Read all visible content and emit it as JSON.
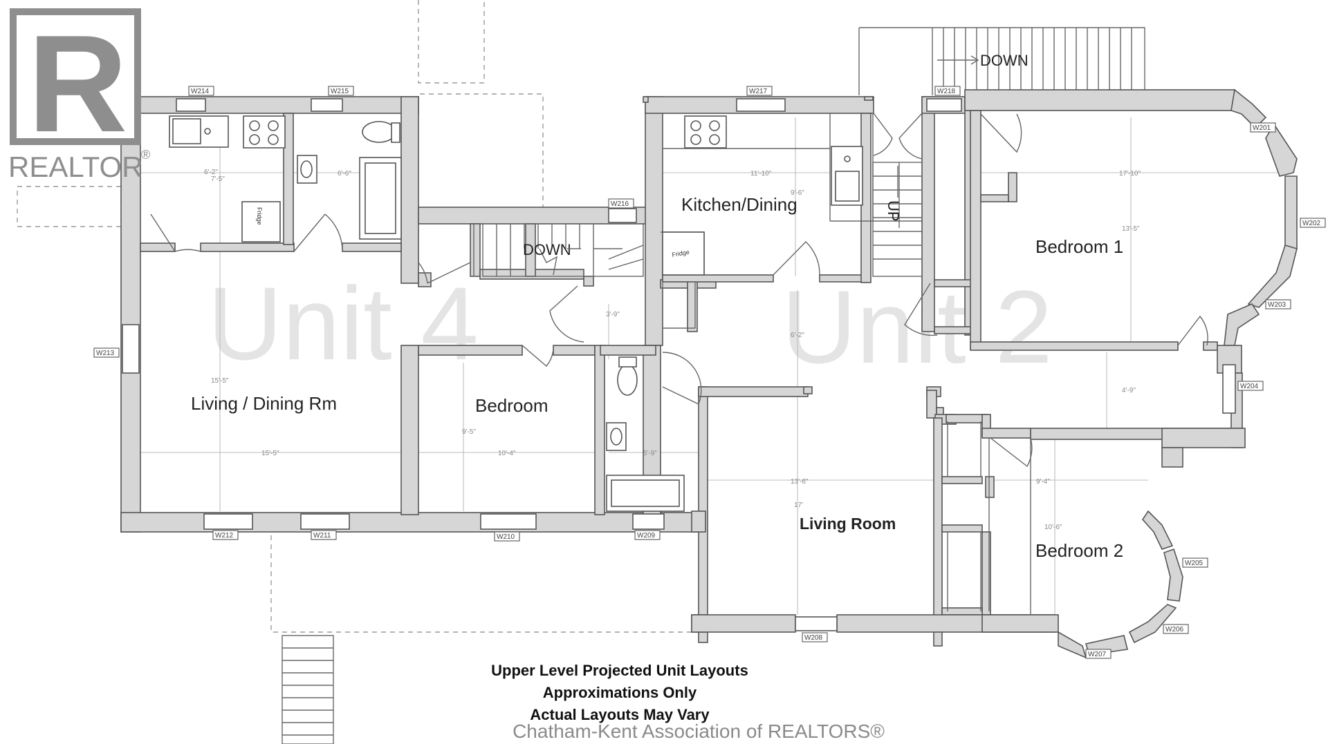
{
  "watermark": {
    "logo_letter": "R",
    "logo_text": "REALTOR",
    "logo_mark": "®",
    "credit": "Chatham-Kent Association of REALTORS®"
  },
  "units": {
    "unit4": "Unit 4",
    "unit2": "Unit 2"
  },
  "rooms": {
    "living_dining": "Living / Dining Rm",
    "bedroom": "Bedroom",
    "kitchen_dining": "Kitchen/Dining",
    "bedroom1": "Bedroom 1",
    "living_room": "Living Room",
    "bedroom2": "Bedroom 2"
  },
  "stairs": {
    "down_top": "DOWN",
    "down_mid": "DOWN",
    "up": "UP"
  },
  "fixtures": {
    "fridge_1": "Fridge",
    "fridge_2": "Fridge"
  },
  "windows": {
    "w214": "W214",
    "w215": "W215",
    "w217": "W217",
    "w218": "W218",
    "w216": "W216",
    "w213": "W213",
    "w201": "W201",
    "w202": "W202",
    "w203": "W203",
    "w204": "W204",
    "w212": "W212",
    "w211": "W211",
    "w210": "W210",
    "w209": "W209",
    "w205": "W205",
    "w206": "W206",
    "w207": "W207",
    "w208": "W208"
  },
  "dimensions": {
    "d1": "6'-2\"",
    "d2": "7'-5\"",
    "d3": "6'-6\"",
    "d4": "11'-10\"",
    "d5": "9'-6\"",
    "d6": "17'-10\"",
    "d7": "13'-5\"",
    "d8": "3'-9\"",
    "d9": "15'-5\"",
    "d10": "15'-5\"",
    "d11": "9'-5\"",
    "d12": "10'-4\"",
    "d13": "5'-9\"",
    "d14": "6'-2\"",
    "d15": "4'-9\"",
    "d16": "13'-6\"",
    "d17": "17'",
    "d18": "9'-4\"",
    "d19": "10'-6\""
  },
  "notes": {
    "line1": "Upper Level Projected Unit  Layouts",
    "line2": "Approximations Only",
    "line3": "Actual Layouts May Vary"
  }
}
